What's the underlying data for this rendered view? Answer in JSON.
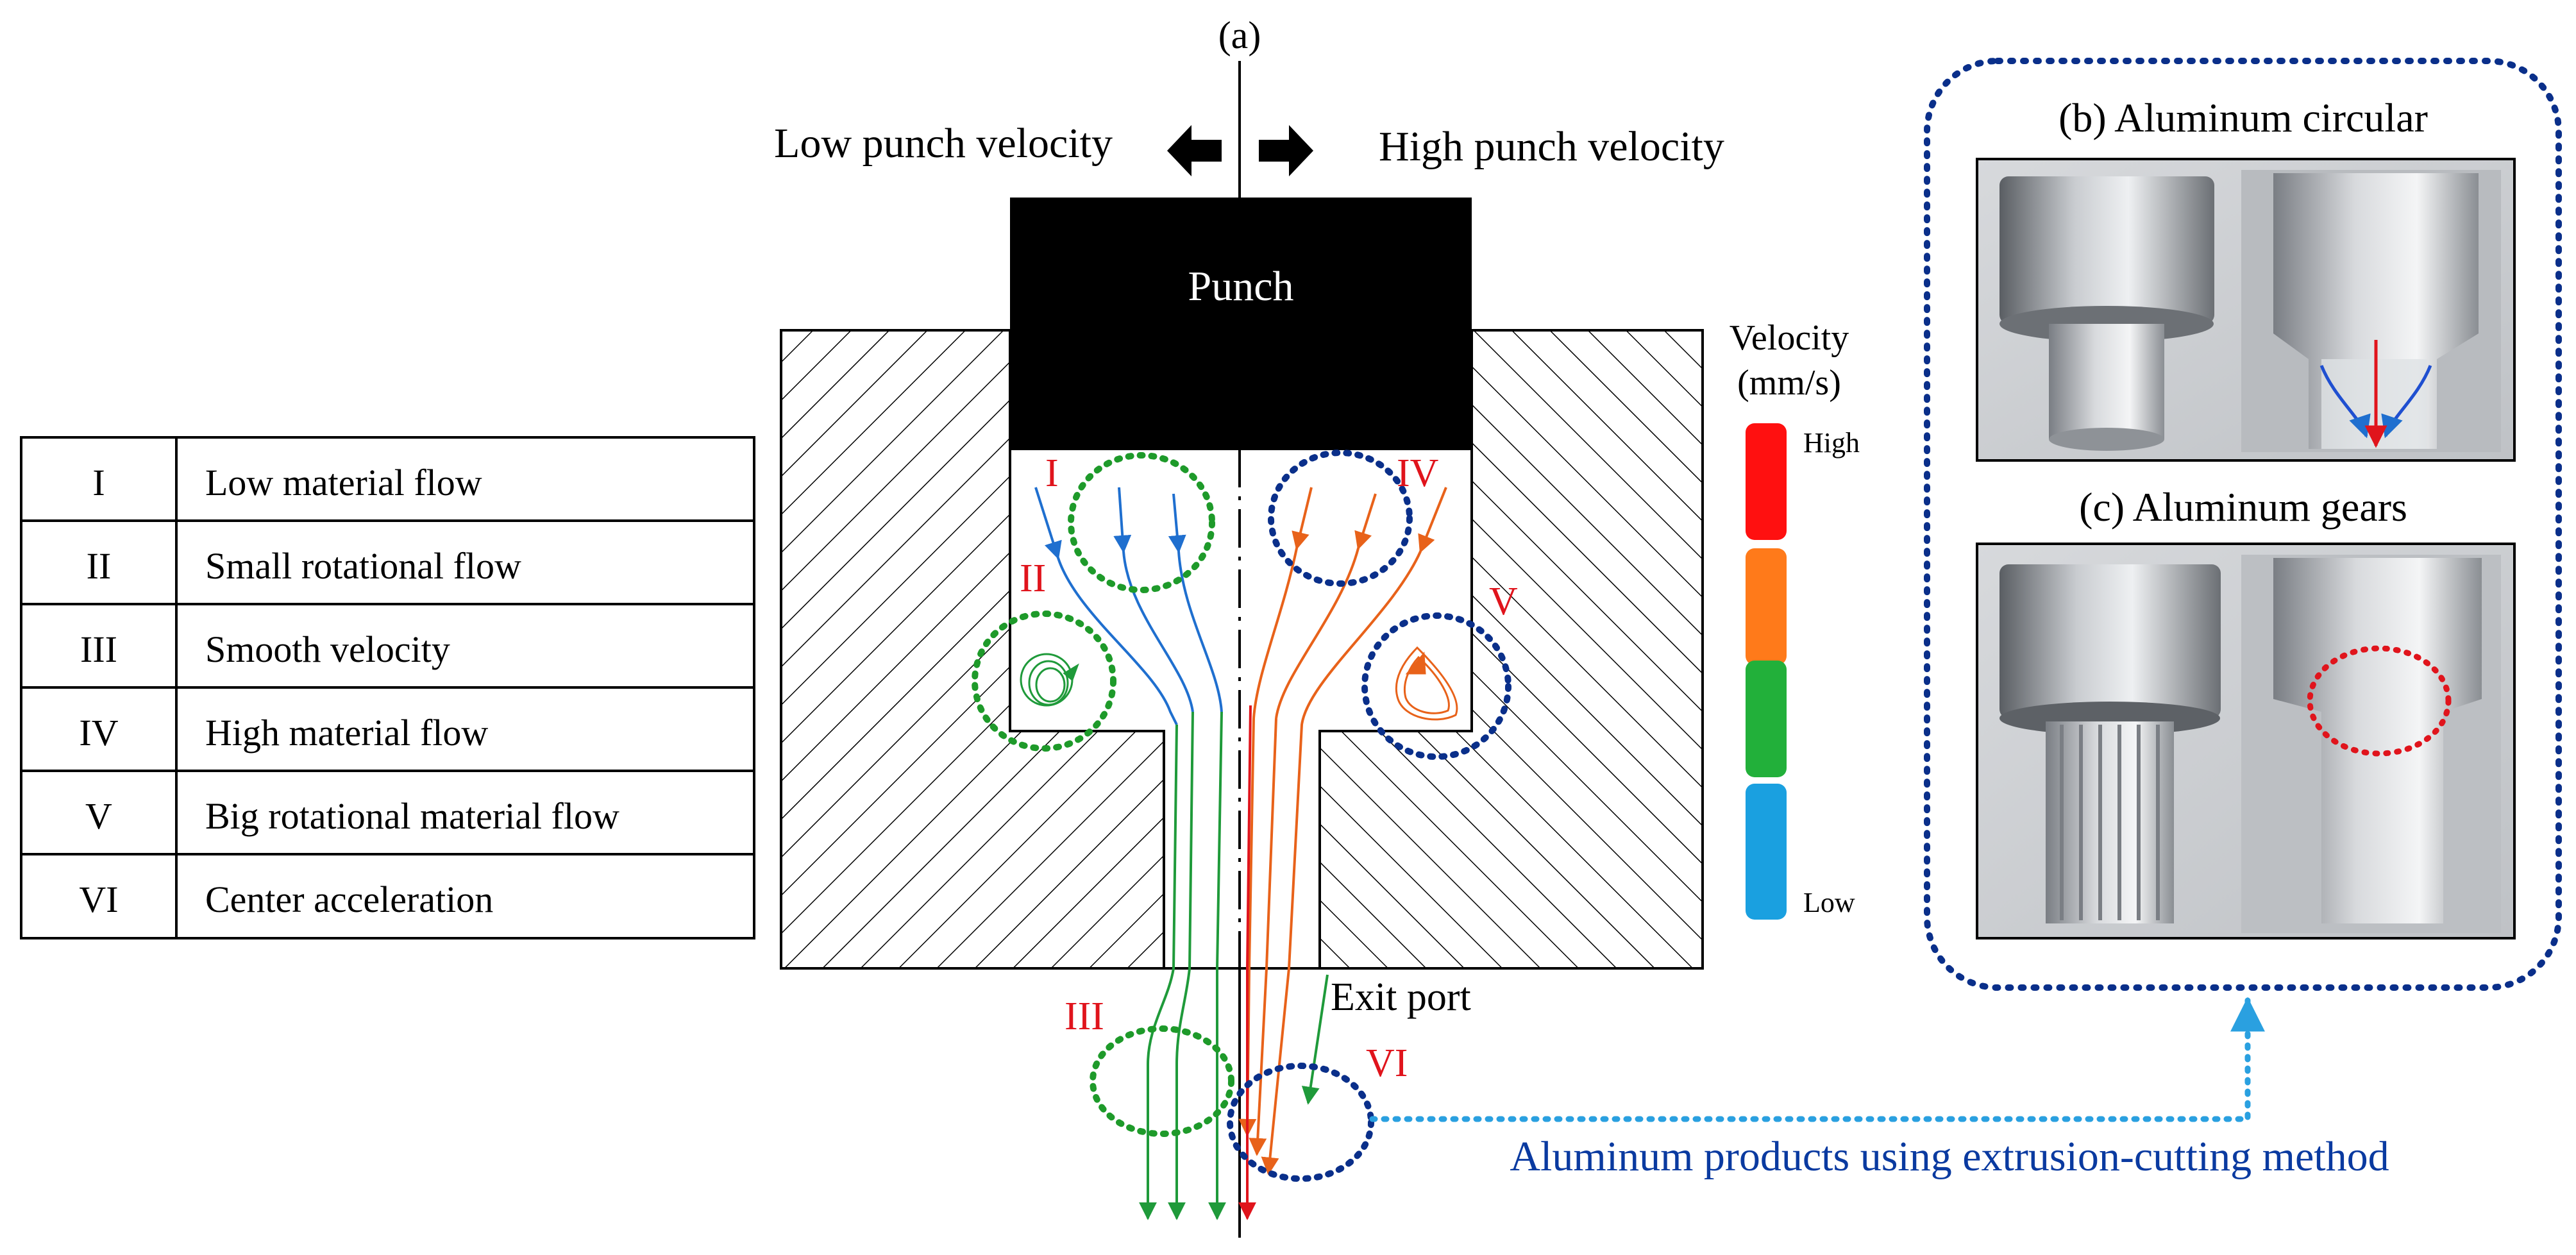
{
  "figure": {
    "label_a": "(a)",
    "low_velocity_label": "Low punch velocity",
    "high_velocity_label": "High punch velocity",
    "punch_label": "Punch",
    "exit_port_label": "Exit port",
    "products_label": "Aluminum products using extrusion-cutting method"
  },
  "legend_table": {
    "rows": [
      {
        "numeral": "I",
        "description": "Low material flow"
      },
      {
        "numeral": "II",
        "description": "Small rotational flow"
      },
      {
        "numeral": "III",
        "description": "Smooth velocity"
      },
      {
        "numeral": "IV",
        "description": "High material flow"
      },
      {
        "numeral": "V",
        "description": "Big rotational material flow"
      },
      {
        "numeral": "VI",
        "description": "Center acceleration"
      }
    ]
  },
  "region_labels": {
    "I": "I",
    "II": "II",
    "III": "III",
    "IV": "IV",
    "V": "V",
    "VI": "VI"
  },
  "velocity_scale": {
    "title_line1": "Velocity",
    "title_line2": "(mm/s)",
    "high_label": "High",
    "low_label": "Low",
    "colors": [
      "#ff1010",
      "#ff7a1a",
      "#22b03a",
      "#1aa0e0"
    ]
  },
  "photos": {
    "b_title": "(b) Aluminum circular",
    "c_title": "(c) Aluminum gears"
  },
  "colors": {
    "red": "#e0141c",
    "blue_flow": "#1f6fcf",
    "orange_flow": "#e8621a",
    "green_flow": "#1f9a3a",
    "dotted_green": "#1e9a2a",
    "dotted_navy": "#0a2f8a",
    "light_blue_link": "#2aa0e0",
    "products_text": "#0a3aa0"
  }
}
